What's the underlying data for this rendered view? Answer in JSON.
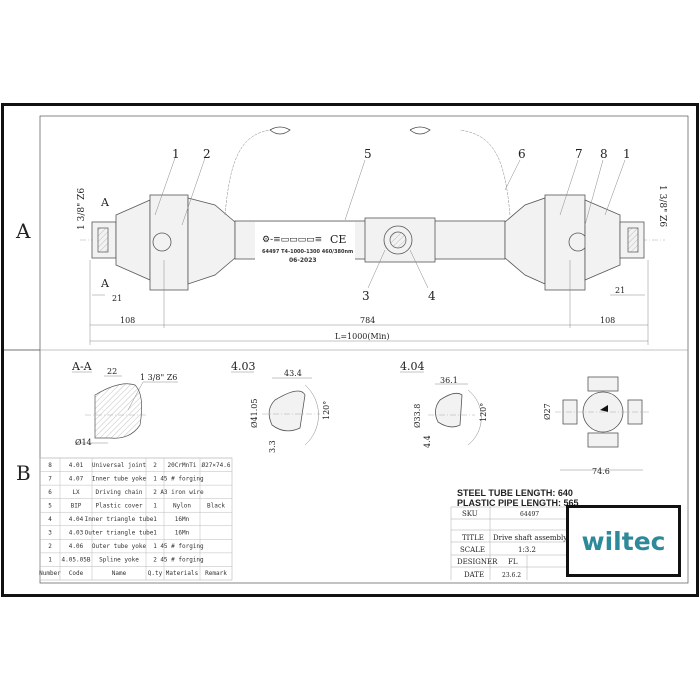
{
  "zones": {
    "a": "A",
    "b": "B"
  },
  "callouts": [
    "1",
    "2",
    "5",
    "6",
    "7",
    "8",
    "1",
    "3",
    "4"
  ],
  "section_marks": {
    "top": "A",
    "bottom": "A"
  },
  "label_plate": {
    "line1": "64497 T4-1000-1300 460/380nm",
    "line2": "06-2023",
    "ce": "CE"
  },
  "dimensions": {
    "thread_left": "1 3/8\" Z6",
    "thread_right": "1 3/8\" Z6",
    "left_21": "21",
    "right_21": "21",
    "left_108": "108",
    "middle_784": "784",
    "right_108": "108",
    "total": "L=1000(Min)"
  },
  "views": {
    "aa": {
      "title": "A-A",
      "d22": "22",
      "thread": "1 3/8\" Z6",
      "d14": "Ø14"
    },
    "v403": {
      "title": "4.03",
      "width": "43.4",
      "diameter": "Ø41.05",
      "angle": "120°",
      "wall": "3.3"
    },
    "v404": {
      "title": "4.04",
      "width": "36.1",
      "diameter": "Ø33.8",
      "angle": "120°",
      "wall": "4.4"
    },
    "cross": {
      "diameter": "Ø27",
      "length": "74.6"
    }
  },
  "parts_table": {
    "rows": [
      {
        "number": "8",
        "code": "4.01",
        "name": "Universal joint",
        "qty": "2",
        "material": "20CrMnTi",
        "remark": "Ø27×74.6"
      },
      {
        "number": "7",
        "code": "4.07",
        "name": "Inner tube yoke",
        "qty": "1",
        "material": "45 # forging",
        "remark": ""
      },
      {
        "number": "6",
        "code": "LX",
        "name": "Driving chain",
        "qty": "2",
        "material": "A3 iron wire",
        "remark": ""
      },
      {
        "number": "5",
        "code": "BIP",
        "name": "Plastic cover",
        "qty": "1",
        "material": "Nylon",
        "remark": "Black"
      },
      {
        "number": "4",
        "code": "4.04",
        "name": "Inner triangle tube",
        "qty": "1",
        "material": "16Mn",
        "remark": ""
      },
      {
        "number": "3",
        "code": "4.03",
        "name": "Outer triangle tube",
        "qty": "1",
        "material": "16Mn",
        "remark": ""
      },
      {
        "number": "2",
        "code": "4.06",
        "name": "Outer tube yoke",
        "qty": "1",
        "material": "45 # forging",
        "remark": ""
      },
      {
        "number": "1",
        "code": "4.05.05B",
        "name": "Spline yoke",
        "qty": "2",
        "material": "45 # forging",
        "remark": ""
      }
    ],
    "header": {
      "number": "Number",
      "code": "Code",
      "name": "Name",
      "qty": "Q.ty",
      "material": "Materials",
      "remark": "Remark"
    }
  },
  "specs": {
    "steel": "STEEL TUBE LENGTH: 640",
    "plastic": "PLASTIC PIPE LENGTH: 565"
  },
  "title_block": {
    "sku_label": "SKU",
    "sku": "64497",
    "title_label": "TITLE",
    "title": "Drive shaft assembly",
    "scale_label": "SCALE",
    "scale": "1:3.2",
    "designer_label": "DESIGNER",
    "designer": "FL",
    "date_label": "DATE",
    "date": "23.6.2"
  },
  "logo": {
    "text": "wiltec",
    "color": "#2e8a9a"
  }
}
